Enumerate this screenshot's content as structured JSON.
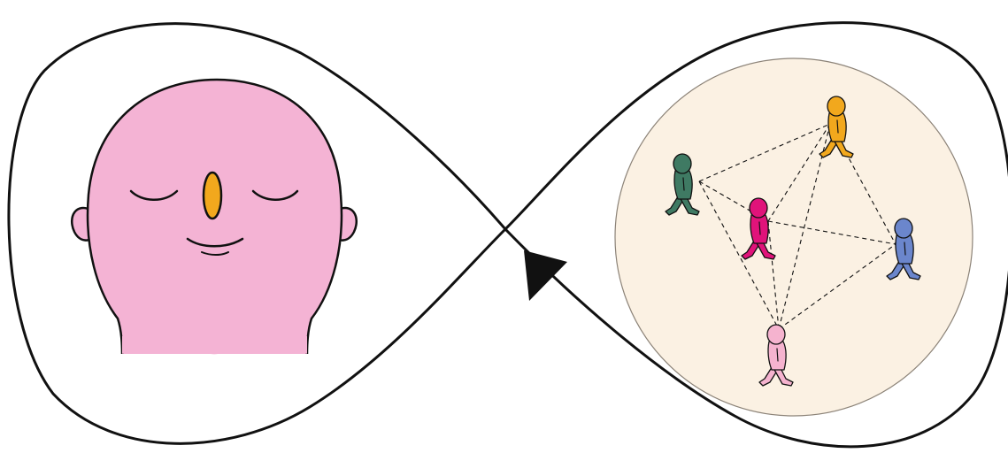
{
  "colors": {
    "background": "#ffffff",
    "outline": "#111111",
    "head_skin": "#f4b3d4",
    "head_skin_shadow": "#eea2c8",
    "third_eye": "#f2a81d",
    "circle_fill": "#fbf1e3",
    "circle_stroke": "#8c8378",
    "walker_green": "#3f7a63",
    "walker_orange": "#f2a81d",
    "walker_magenta": "#e0137a",
    "walker_blue": "#6b86cc",
    "walker_pink": "#f5b3cf",
    "arrow": "#111111"
  },
  "icons": {
    "loop": "infinity-loop",
    "head": "meditating-head",
    "arrow": "direction-arrow",
    "community": "connected-walkers"
  },
  "walkers": [
    {
      "id": "green",
      "color": "walker_green"
    },
    {
      "id": "orange",
      "color": "walker_orange"
    },
    {
      "id": "magenta",
      "color": "walker_magenta"
    },
    {
      "id": "blue",
      "color": "walker_blue"
    },
    {
      "id": "pink",
      "color": "walker_pink"
    }
  ],
  "connections": [
    [
      "green",
      "orange"
    ],
    [
      "green",
      "magenta"
    ],
    [
      "green",
      "pink"
    ],
    [
      "orange",
      "magenta"
    ],
    [
      "orange",
      "pink"
    ],
    [
      "orange",
      "blue"
    ],
    [
      "magenta",
      "blue"
    ],
    [
      "magenta",
      "pink"
    ],
    [
      "pink",
      "blue"
    ]
  ]
}
